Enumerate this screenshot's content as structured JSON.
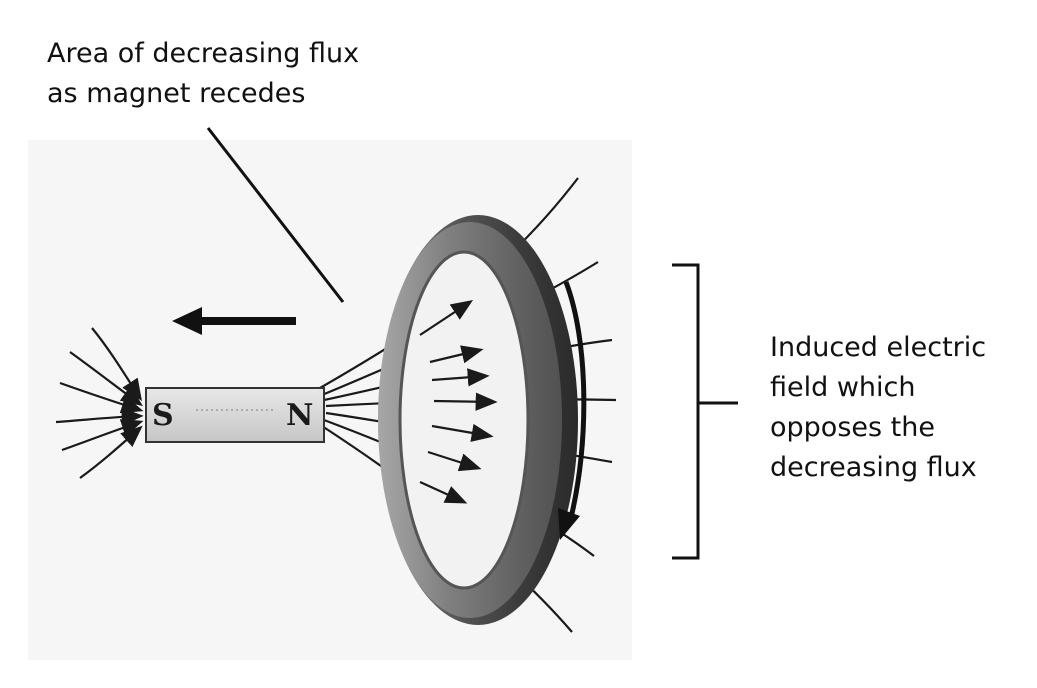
{
  "top_label": {
    "line1": "Area of decreasing flux",
    "line2": "as magnet recedes"
  },
  "side_label": {
    "line1": "Induced electric",
    "line2": "field which",
    "line3": "opposes the",
    "line4": "decreasing flux"
  },
  "magnet": {
    "south_pole": "S",
    "north_pole": "N"
  },
  "colors": {
    "ink": "#111111",
    "ring_dark": "#3a3a3a",
    "ring_light": "#9a9a9a",
    "magnet_fill": "#d9d9d9",
    "background_panel": "#f4f4f4"
  }
}
